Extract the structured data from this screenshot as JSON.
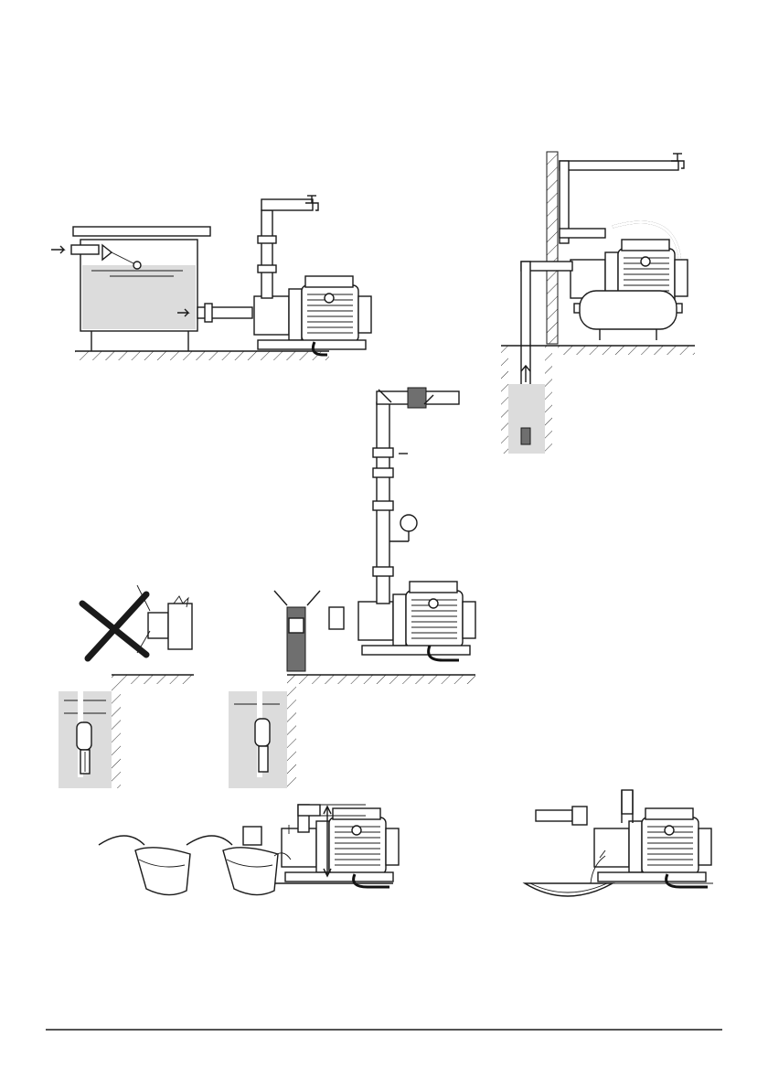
{
  "figures": [
    {
      "id": "tank-gravity-install"
    },
    {
      "id": "well-install-wall-tank"
    },
    {
      "id": "incorrect-suction-install"
    },
    {
      "id": "correct-suction-install"
    },
    {
      "id": "priming-pump"
    },
    {
      "id": "draining-pump"
    }
  ],
  "colors": {
    "line": "#1a1a1a",
    "water": "#dcdcdc",
    "bracket": "#6f6f6f"
  }
}
